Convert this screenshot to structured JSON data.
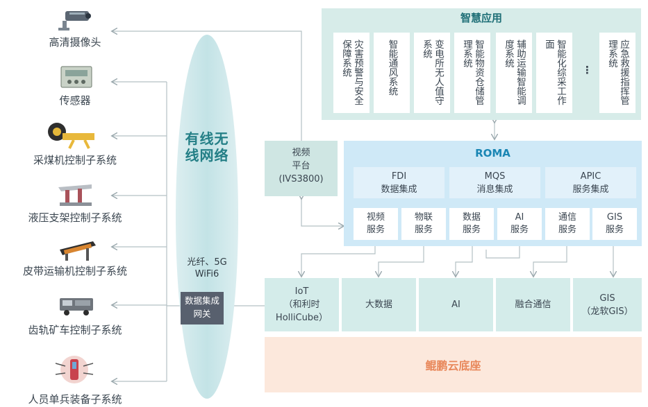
{
  "devices": [
    {
      "label": "高清摄像头",
      "icon": "camera-icon"
    },
    {
      "label": "传感器",
      "icon": "sensor-icon"
    },
    {
      "label": "采煤机控制子系统",
      "icon": "shearer-icon"
    },
    {
      "label": "液压支架控制子系统",
      "icon": "hydraulic-support-icon"
    },
    {
      "label": "皮带运输机控制子系统",
      "icon": "belt-conveyor-icon"
    },
    {
      "label": "齿轨矿车控制子系统",
      "icon": "rack-mine-car-icon"
    },
    {
      "label": "人员单兵装备子系统",
      "icon": "personnel-equipment-icon"
    }
  ],
  "network": {
    "title": "有线无线网络",
    "sub1": "光纤、5G",
    "sub2": "WiFi6",
    "gateway": "数据集成网关"
  },
  "smart_apps": {
    "title": "智慧应用",
    "items": [
      "灾害预警与安全保障系统",
      "智能通风系统",
      "变电所无人值守系统",
      "智能物资仓储管理系统",
      "辅助运输智能调度系统",
      "智能化综采工作面",
      "应急救援指挥管理系统"
    ],
    "ellipsis": "⋮"
  },
  "video_platform": {
    "line1": "视频",
    "line2": "平台",
    "line3": "(IVS3800)"
  },
  "roma": {
    "title": "ROMA",
    "top": [
      {
        "line1": "FDI",
        "line2": "数据集成"
      },
      {
        "line1": "MQS",
        "line2": "消息集成"
      },
      {
        "line1": "APIC",
        "line2": "服务集成"
      }
    ],
    "services": [
      {
        "line1": "视频",
        "line2": "服务"
      },
      {
        "line1": "物联",
        "line2": "服务"
      },
      {
        "line1": "数据",
        "line2": "服务"
      },
      {
        "line1": "AI",
        "line2": "服务"
      },
      {
        "line1": "通信",
        "line2": "服务"
      },
      {
        "line1": "GIS",
        "line2": "服务"
      }
    ]
  },
  "base_row": [
    {
      "line1": "IoT",
      "line2": "（和利时",
      "line3": "HolliCube）"
    },
    {
      "line1": "大数据",
      "line2": "",
      "line3": ""
    },
    {
      "line1": "AI",
      "line2": "",
      "line3": ""
    },
    {
      "line1": "融合通信",
      "line2": "",
      "line3": ""
    },
    {
      "line1": "GIS",
      "line2": "（龙软GIS）",
      "line3": ""
    }
  ],
  "kunpeng": "鲲鹏云底座",
  "colors": {
    "teal": "#d4ecea",
    "roma_blue": "#cfe9f7",
    "kunpeng": "#fce8dc",
    "gateway": "#58606e",
    "accent_teal": "#247f86"
  }
}
